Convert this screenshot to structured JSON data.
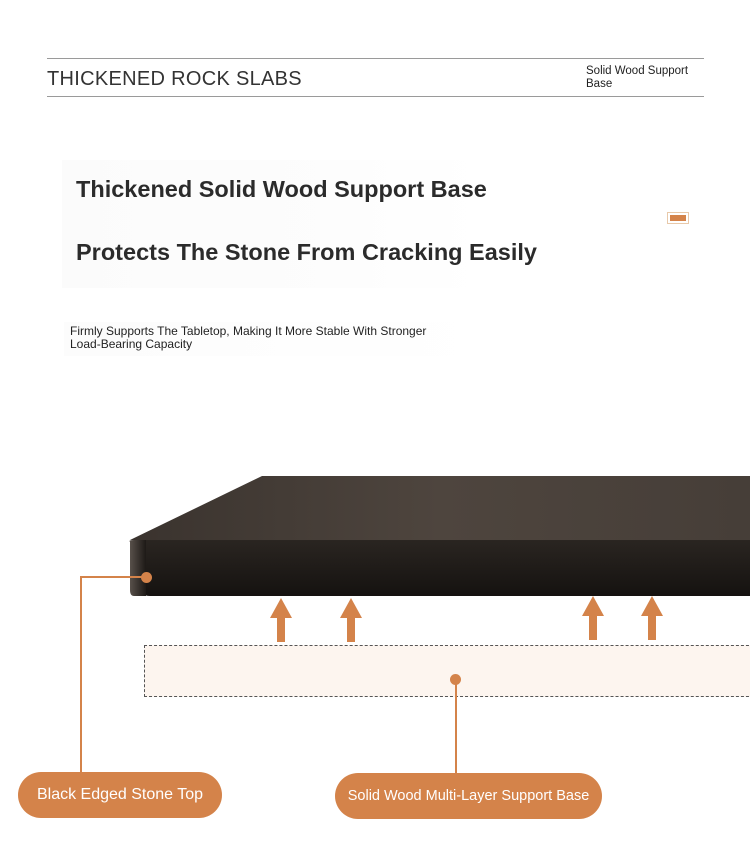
{
  "header": {
    "title": "THICKENED ROCK SLABS",
    "subtitle": "Solid Wood Support Base"
  },
  "headline": {
    "line1": "Thickened Solid Wood Support Base",
    "line2": "Protects The Stone From Cracking Easily"
  },
  "description": "Firmly Supports The Tabletop, Making It More Stable With Stronger Load-Bearing Capacity",
  "callouts": {
    "stone_top": "Black Edged Stone Top",
    "support_base": "Solid Wood Multi-Layer Support Base"
  },
  "colors": {
    "accent": "#d4834a",
    "slab_top": "#4a413b",
    "slab_edge": "#1f1b18",
    "base_fill": "#fdf5ef"
  },
  "icons": {
    "arrow": "up-arrow-icon"
  }
}
